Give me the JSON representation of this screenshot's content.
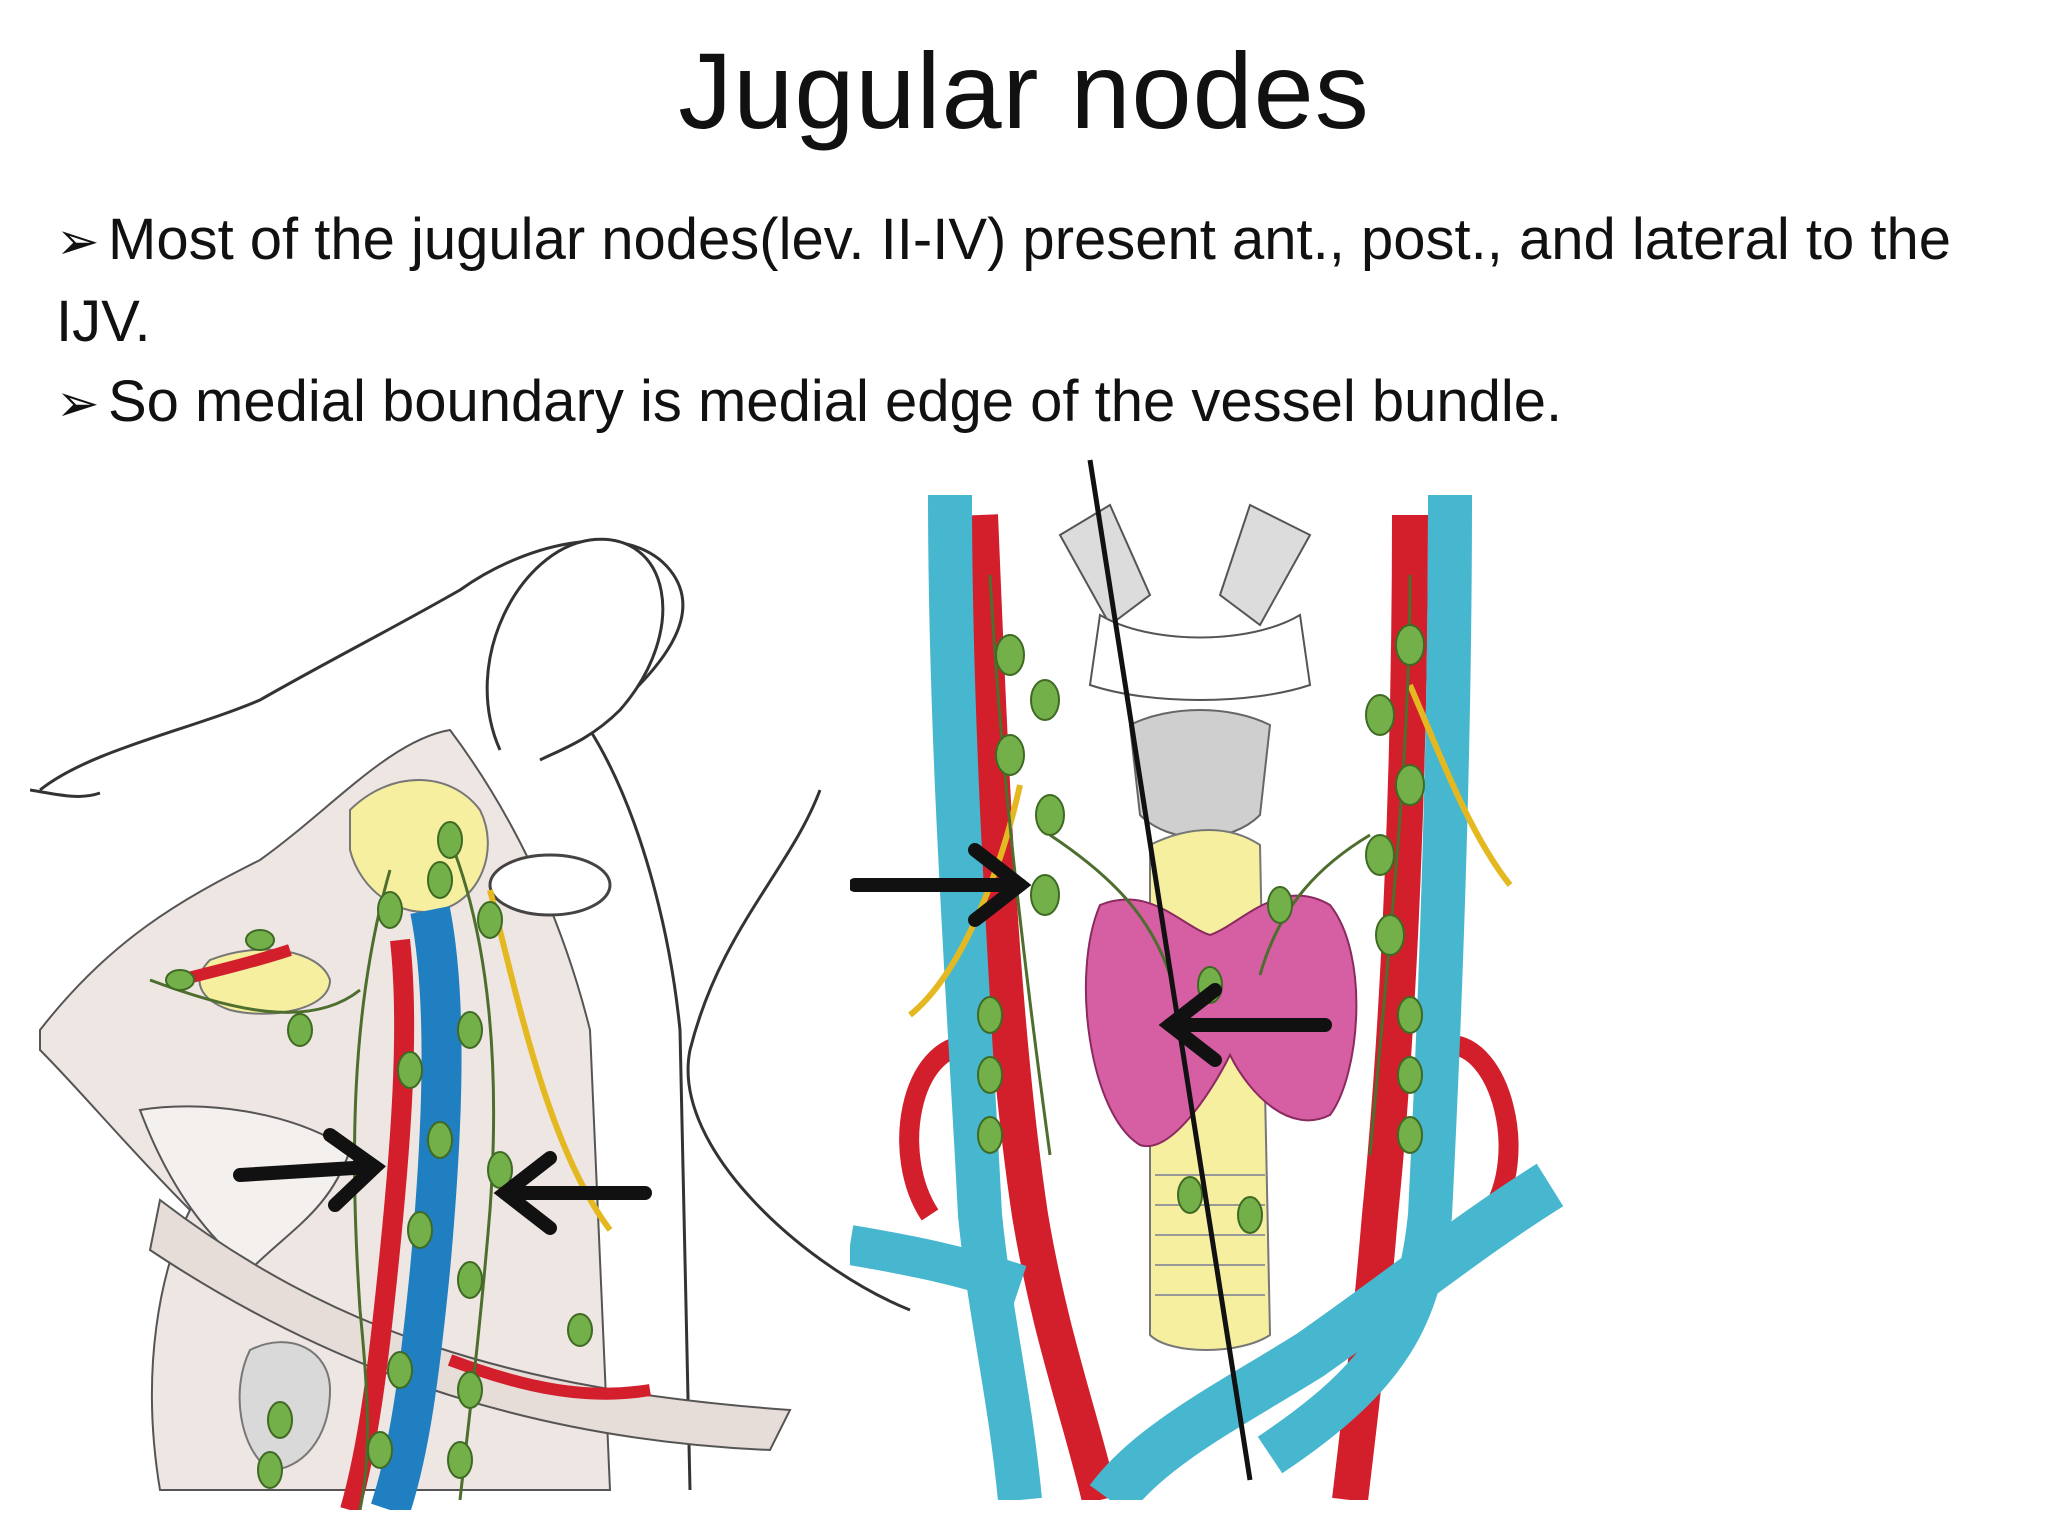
{
  "slide": {
    "title": "Jugular nodes",
    "bullets": [
      {
        "marker": "➢",
        "text": "Most of the jugular nodes(lev. II-IV) present ant., post., and  lateral to the IJV."
      },
      {
        "marker": "➢",
        "text": "So medial boundary is medial edge of the vessel bundle."
      }
    ]
  },
  "figures": {
    "left": {
      "name": "lateral-neck-illustration",
      "arrows": 2
    },
    "right": {
      "name": "anterior-neck-illustration",
      "arrows": 2,
      "boundary_line": true
    }
  },
  "colors": {
    "artery": "#d21f2b",
    "vein_left": "#1f7fc0",
    "vein_right": "#46b7cf",
    "node": "#74b04a",
    "gland": "#f6ef9f",
    "thyroid": "#d65ea2",
    "skin": "#eee6e2"
  }
}
